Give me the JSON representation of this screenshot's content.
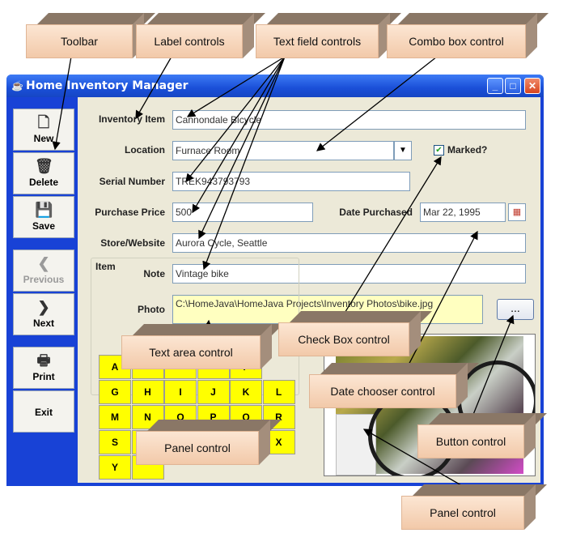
{
  "window": {
    "title": "Home Inventory Manager",
    "icon": "java-cup-icon"
  },
  "toolbar": {
    "new_label": "New",
    "delete_label": "Delete",
    "save_label": "Save",
    "previous_label": "Previous",
    "next_label": "Next",
    "print_label": "Print",
    "exit_label": "Exit"
  },
  "form": {
    "inventory_item_label": "Inventory Item",
    "inventory_item_value": "Cannondale Bicycle",
    "location_label": "Location",
    "location_value": "Furnace Room",
    "marked_label": "Marked?",
    "marked_checked": true,
    "serial_number_label": "Serial Number",
    "serial_number_value": "TREK943793793",
    "purchase_price_label": "Purchase Price",
    "purchase_price_value": "500",
    "date_purchased_label": "Date Purchased",
    "date_purchased_value": "Mar 22, 1995",
    "store_label": "Store/Website",
    "store_value": "Aurora Cycle, Seattle",
    "note_label": "Note",
    "note_value": "Vintage bike",
    "photo_label": "Photo",
    "photo_path": "C:\\HomeJava\\HomeJava Projects\\Inventory Photos\\bike.jpg",
    "photo_button_label": "..."
  },
  "items_panel": {
    "title": "Item",
    "rows": [
      [
        "A",
        "",
        "",
        "",
        "F"
      ],
      [
        "G",
        "H",
        "I",
        "J",
        "K",
        "L"
      ],
      [
        "M",
        "N",
        "O",
        "P",
        "Q",
        "R"
      ],
      [
        "S",
        "",
        "",
        "",
        "",
        "X"
      ],
      [
        "Y",
        ""
      ]
    ]
  },
  "callouts": {
    "toolbar": "Toolbar",
    "label_controls": "Label controls",
    "text_field_controls": "Text field controls",
    "combo_box_control": "Combo box control",
    "text_area_control": "Text area control",
    "check_box_control": "Check Box control",
    "date_chooser_control": "Date chooser control",
    "panel_control_1": "Panel control",
    "button_control": "Button control",
    "panel_control_2": "Panel control"
  },
  "colors": {
    "title_bar": "#1a4fd8",
    "window_bg": "#ece9d8",
    "key_yellow": "#ffff00",
    "photo_area_bg": "#ffffc0",
    "callout_face": "#f8d9bf"
  }
}
